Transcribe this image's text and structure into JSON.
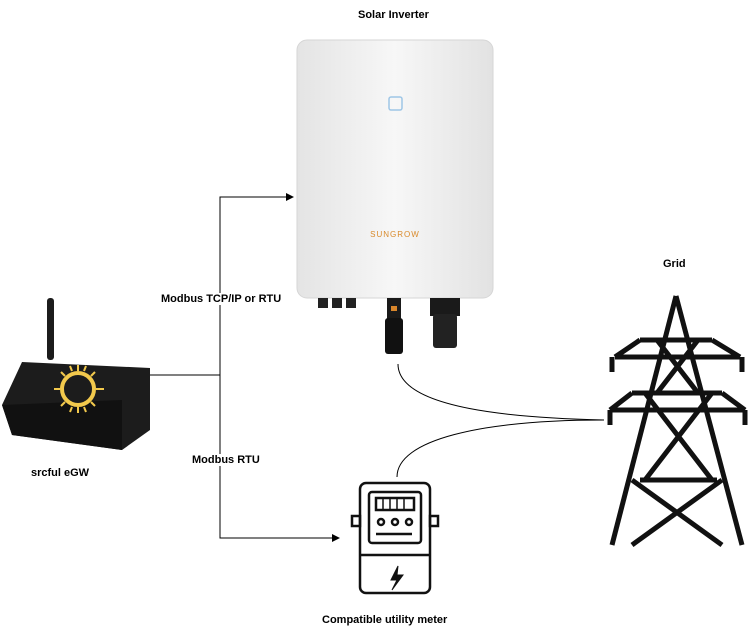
{
  "nodes": {
    "inverter": {
      "title": "Solar Inverter",
      "brand": "SUNGROW"
    },
    "gateway": {
      "title": "srcful eGW"
    },
    "grid": {
      "title": "Grid"
    },
    "meter": {
      "title": "Compatible utility meter"
    }
  },
  "connections": {
    "gateway_to_inverter": "Modbus TCP/IP or RTU",
    "gateway_to_meter": "Modbus RTU"
  },
  "colors": {
    "line": "#000000",
    "inverter_body": "#eeeeee",
    "gateway_body": "#1c1c1c",
    "sun": "#f2c94c",
    "brand": "#d98a2b"
  }
}
